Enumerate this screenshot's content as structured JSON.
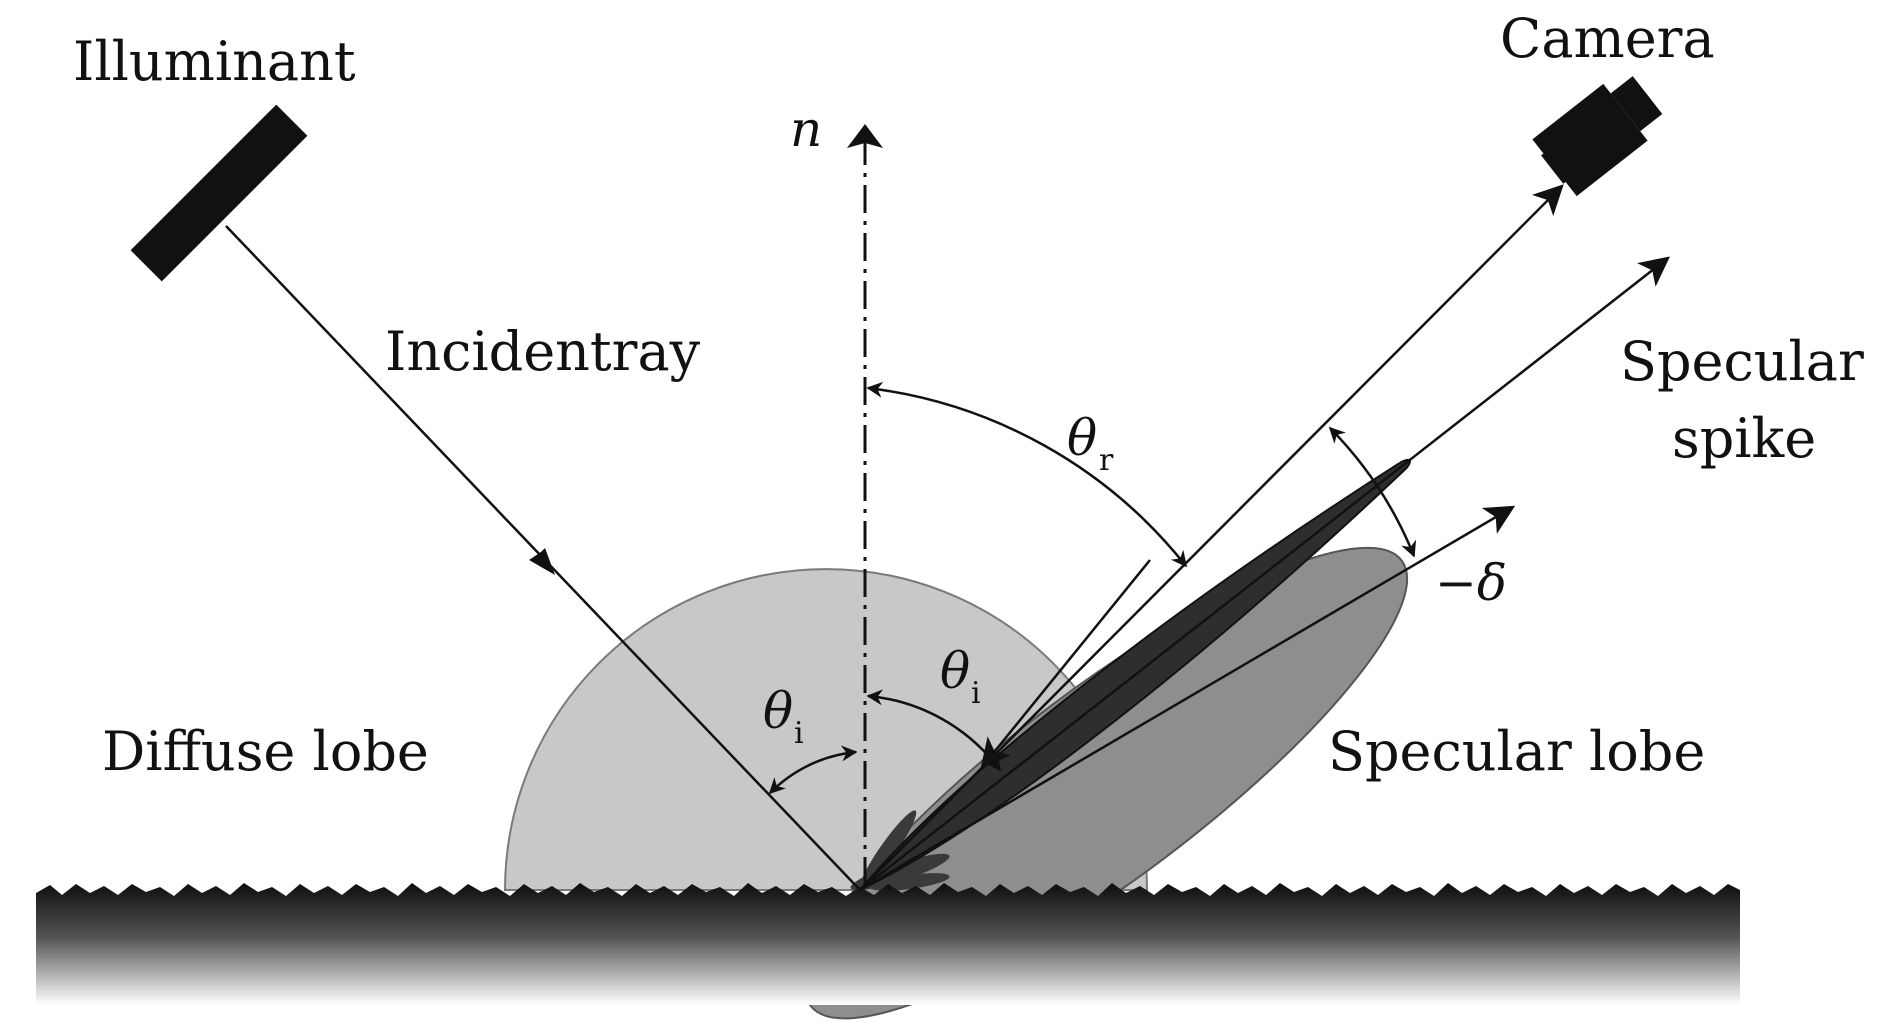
{
  "labels": {
    "illuminant": "Illuminant",
    "camera": "Camera",
    "incident_ray": "Incidentray",
    "specular_spike_line1": "Specular",
    "specular_spike_line2": "spike",
    "diffuse_lobe": "Diffuse lobe",
    "specular_lobe": "Specular lobe",
    "normal": "n",
    "theta": "θ",
    "sub_r": "r",
    "sub_i": "i",
    "minus_delta": "−δ"
  },
  "colors": {
    "diffuse_lobe": "#c8c8c8",
    "specular_lobe": "#8e8e8e",
    "specular_spike": "#2e2e2e",
    "surface_top": "#0e0e0e",
    "surface_bottom": "#ffffff",
    "lines": "#111111"
  }
}
